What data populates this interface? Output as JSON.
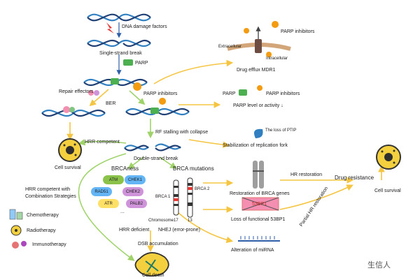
{
  "labels": {
    "dna_damage_factors": "DNA damage factors",
    "single_strand_break": "Single-strand break",
    "parp_top": "PARP",
    "repair_effectors": "Repair effectors",
    "ber": "BER",
    "parp_inhibitors_mid": "PARP inhibitors",
    "hrr_competent": "HRR competent",
    "cell_survival_left": "Cell survival",
    "rf_stalling": "RF stalling with collapse",
    "double_strand_break": "Double-strand break",
    "brcaness": "BRCAness",
    "brca_mutations": "BRCA mutations",
    "hrr_competent_with": "HRR competent with",
    "combination_strategies": "Combination Strategies",
    "chemotherapy": "Chemotherapy",
    "radiotherapy": "Radiotherapy",
    "immunotherapy": "Immunotherapy",
    "brca1": "BRCA 1",
    "brca2": "BRCA 2",
    "chromosome": "Chromosome",
    "chr17": "17",
    "chr13": "13",
    "hrr_deficient": "HRR deficient",
    "nhej": "NHEJ (error-prone)",
    "dsb_accumulation": "DSB accumulation",
    "cell_death": "Cell death",
    "extracellular": "Extracellular",
    "intracellular": "Intracellular",
    "parp_inhibitors_efflux": "PARP inhibitors",
    "drug_efflux": "Drug efflux MDR1",
    "parp_level_left": "PARP",
    "parp_inhibitors_level": "PARP inhibitors",
    "parp_level_activity": "PARP level or activity ↓",
    "loss_of_ptip": "The loss of PTIP",
    "stabilization": "Stabilization of replication fork",
    "restoration_brca": "Restoration of BRCA genes",
    "loss_53bp1": "Loss of functional 53BP1",
    "label_53bp1": "53BP1",
    "alteration_mirna": "Alteration of miRNA",
    "hr_restoration": "HR restoration",
    "partial_hr": "Partial HR restoration",
    "drug_resistance": "Drug resistance",
    "cell_survival_right": "Cell survival",
    "watermark": "生信人"
  },
  "proteins": [
    "ATM",
    "CHEK1",
    "RAD51",
    "CHEK2",
    "ATR",
    "PALB2",
    "..."
  ],
  "colors": {
    "arrow_yellow": "#f5c542",
    "arrow_green": "#9fd36a",
    "dna_blue": "#2f7fc1",
    "dna_dark": "#1f3f74",
    "parp_green": "#4caf50",
    "inhibitor_orange": "#f39c12",
    "cell_yellow": "#f4d03f",
    "pill_green": "#8bc34a",
    "pill_blue": "#64b5f6",
    "pill_yellow": "#ffe066",
    "pill_purple": "#ce93d8"
  }
}
